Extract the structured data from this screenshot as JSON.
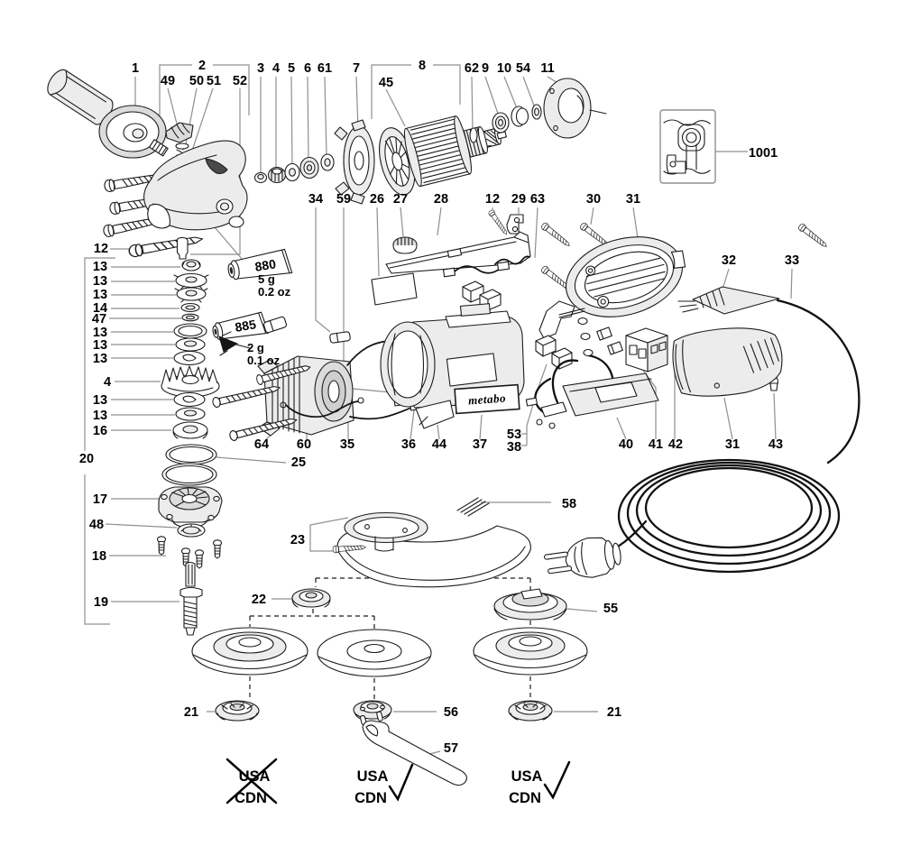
{
  "figure": {
    "type": "exploded-parts-diagram"
  },
  "colors": {
    "line": "#1c1c1c",
    "leader": "#8f8f8f",
    "shade": "#ececec",
    "background": "#ffffff"
  },
  "callouts": {
    "c1": "1",
    "c2": "2",
    "c49": "49",
    "c50": "50",
    "c51": "51",
    "c52": "52",
    "c3": "3",
    "c4_top": "4",
    "c5": "5",
    "c6": "6",
    "c61": "61",
    "c7": "7",
    "c8": "8",
    "c45": "45",
    "c62": "62",
    "c9": "9",
    "c10": "10",
    "c54": "54",
    "c11": "11",
    "c1001": "1001",
    "c34": "34",
    "c59": "59",
    "c26": "26",
    "c27": "27",
    "c28": "28",
    "c12_b": "12",
    "c29": "29",
    "c63": "63",
    "c30": "30",
    "c31_top": "31",
    "c32": "32",
    "c33": "33",
    "c12_a": "12",
    "c13_a": "13",
    "c13_b": "13",
    "c13_c": "13",
    "c14": "14",
    "c47": "47",
    "c13_d": "13",
    "c13_e": "13",
    "c13_f": "13",
    "c4_left": "4",
    "c13_g": "13",
    "c13_h": "13",
    "c16": "16",
    "c20": "20",
    "c17": "17",
    "c48": "48",
    "c18": "18",
    "c19": "19",
    "c25": "25",
    "c23": "23",
    "c22": "22",
    "c58": "58",
    "c64": "64",
    "c60": "60",
    "c35": "35",
    "c36": "36",
    "c44": "44",
    "c37": "37",
    "c53": "53",
    "c38": "38",
    "c40": "40",
    "c41": "41",
    "c42": "42",
    "c31_bottom": "31",
    "c43": "43",
    "c55": "55",
    "c56": "56",
    "c57": "57",
    "c21_left": "21",
    "c21_right": "21"
  },
  "tubes": {
    "t880": {
      "number": "880",
      "qty_grams": "5 g",
      "qty_ounces": "0.2 oz"
    },
    "t885": {
      "number": "885",
      "qty_grams": "2 g",
      "qty_ounces": "0.1 oz"
    }
  },
  "brand_plate": {
    "text": "metabo"
  },
  "region_marks": {
    "left": {
      "line1": "USA",
      "line2": "CDN",
      "mark": "cross-out-x"
    },
    "middle": {
      "line1": "USA",
      "line2": "CDN",
      "mark": "check"
    },
    "right": {
      "line1": "USA",
      "line2": "CDN",
      "mark": "check"
    }
  }
}
